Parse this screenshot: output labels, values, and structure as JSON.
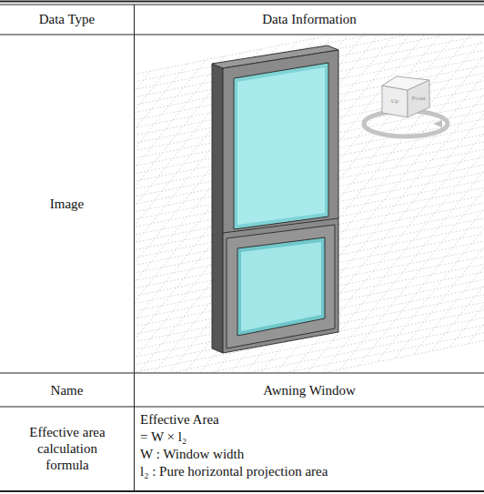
{
  "diagram": {
    "labels": [
      "Data Type",
      "Data Information",
      "Image",
      "Name",
      "Awning Window",
      "Effective area calculation formula",
      "Effective Area",
      "= W × l₂",
      "W : Window width",
      "l₂ : Pure horizontal projection area",
      "Up",
      "Front"
    ]
  }
}
